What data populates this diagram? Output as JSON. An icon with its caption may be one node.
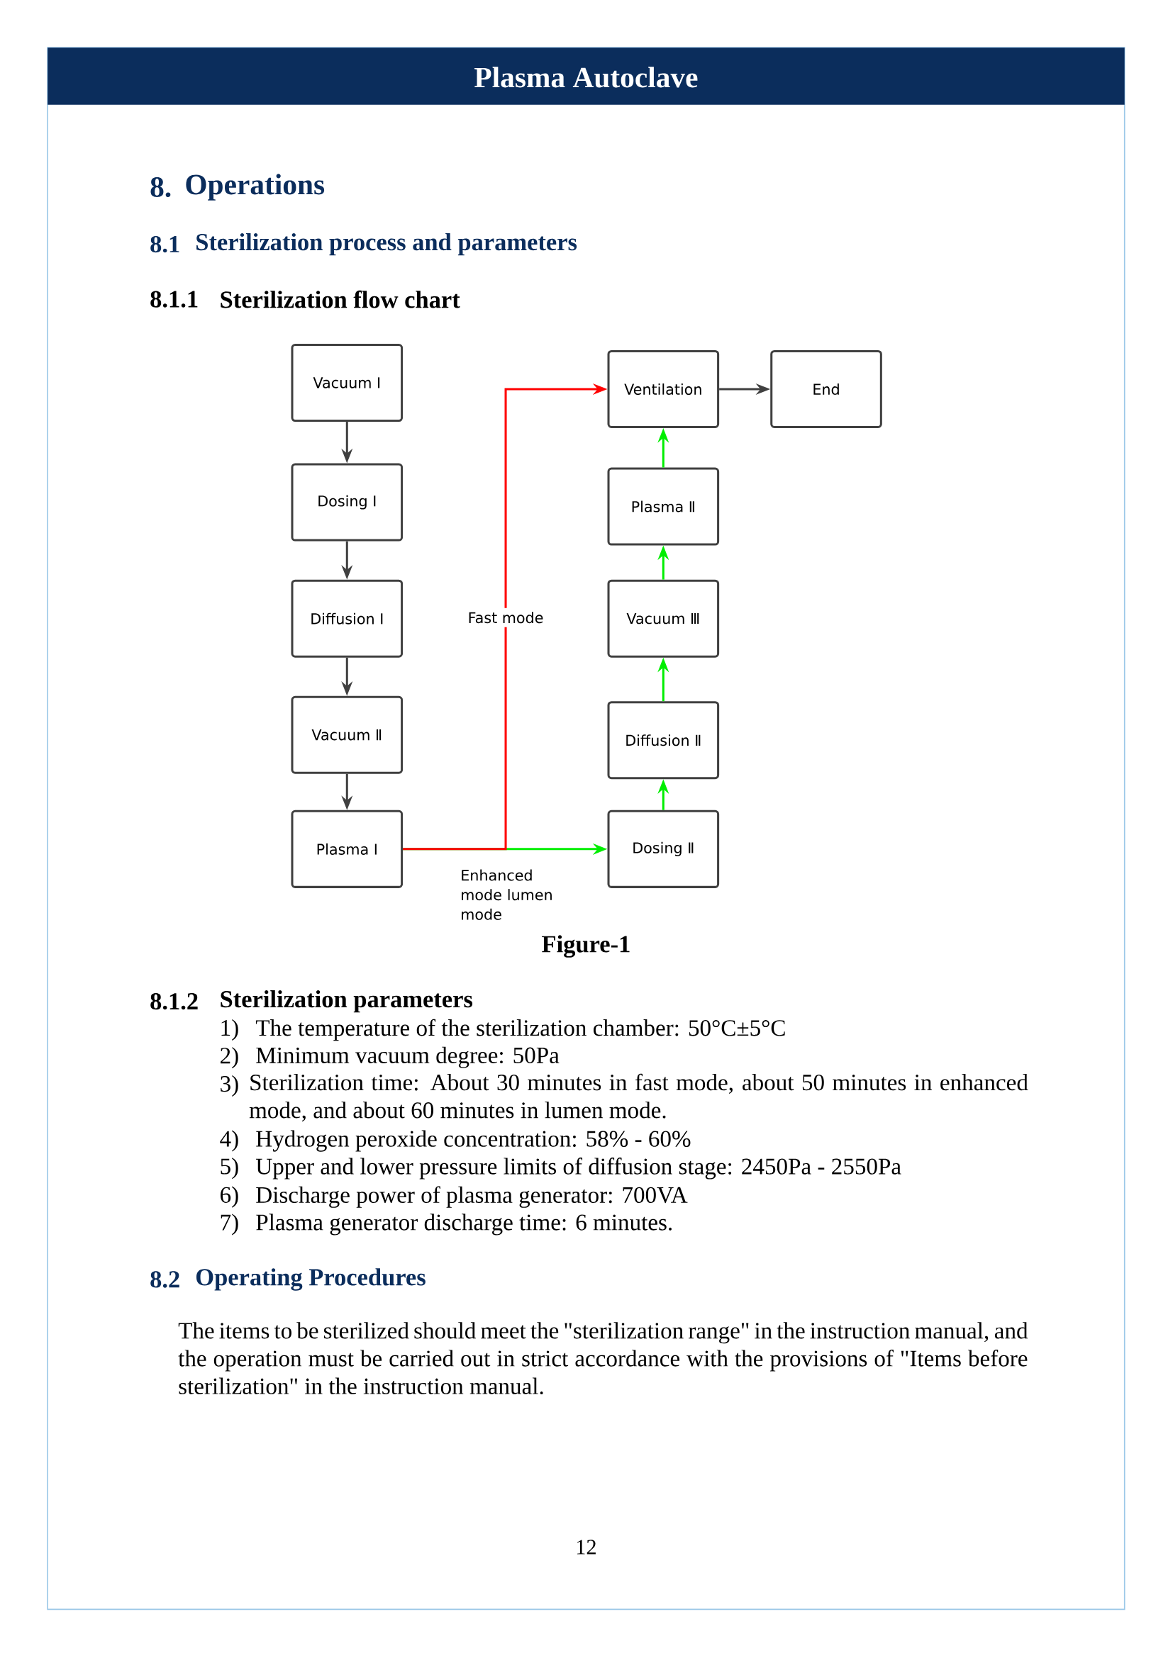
{
  "diagram": {
    "title": "Plasma Autoclave",
    "caption": "Figure-1",
    "nodes": [
      {
        "text": [
          "Vacuum Ⅰ"
        ]
      },
      {
        "text": [
          "Dosing Ⅰ"
        ]
      },
      {
        "text": [
          "Diffusion Ⅰ"
        ]
      },
      {
        "text": [
          "Vacuum Ⅱ"
        ]
      },
      {
        "text": [
          "Plasma Ⅰ"
        ]
      },
      {
        "text": [
          "Ventilation"
        ]
      },
      {
        "text": [
          "End"
        ]
      },
      {
        "text": [
          "Plasma Ⅱ"
        ]
      },
      {
        "text": [
          "Vacuum Ⅲ"
        ]
      },
      {
        "text": [
          "Diffusion Ⅱ"
        ]
      },
      {
        "text": [
          "Dosing Ⅱ"
        ]
      }
    ],
    "edges": [
      {
        "from": 0,
        "to": 1,
        "arrow": "to"
      },
      {
        "from": 1,
        "to": 2,
        "arrow": "to"
      },
      {
        "from": 2,
        "to": 3,
        "arrow": "to"
      },
      {
        "from": 3,
        "to": 4,
        "arrow": "to"
      },
      {
        "from": 4,
        "to": 10,
        "arrow": "to",
        "label": "Enhanced mode lumen mode",
        "color": "#00ee00"
      },
      {
        "from": 4,
        "to": 5,
        "arrow": "to",
        "label": "Fast mode",
        "color": "#ff0000"
      },
      {
        "from": 10,
        "to": 9,
        "arrow": "to",
        "color": "#00ee00"
      },
      {
        "from": 9,
        "to": 8,
        "arrow": "to",
        "color": "#00ee00"
      },
      {
        "from": 8,
        "to": 7,
        "arrow": "to",
        "color": "#00ee00"
      },
      {
        "from": 7,
        "to": 5,
        "arrow": "to",
        "color": "#00ee00"
      },
      {
        "from": 5,
        "to": 6,
        "arrow": "to"
      }
    ],
    "labels": [
      "8.",
      "Operations",
      "8.1",
      "Sterilization process and parameters",
      "8.1.1",
      "Sterilization flow chart",
      "8.1.2",
      "Sterilization parameters",
      "1)",
      "The temperature of the sterilization chamber: 50°C±5°C",
      "2)",
      "Minimum vacuum degree: 50Pa",
      "3)",
      "Sterilization time: About 30 minutes in fast mode, about 50 minutes in enhanced mode, and about 60 minutes in lumen mode.",
      "4)",
      "Hydrogen peroxide concentration: 58% - 60%",
      "5)",
      "Upper and lower pressure limits of diffusion stage: 2450Pa - 2550Pa",
      "6)",
      "Discharge power of plasma generator: 700VA",
      "7)",
      "Plasma generator discharge time: 6 minutes.",
      "8.2",
      "Operating Procedures",
      "The items to be sterilized should meet the \"sterilization range\" in the instruction manual, and the operation must be carried out in strict accordance with the provisions of \"Items before sterilization\" in the instruction manual.",
      "12"
    ]
  }
}
